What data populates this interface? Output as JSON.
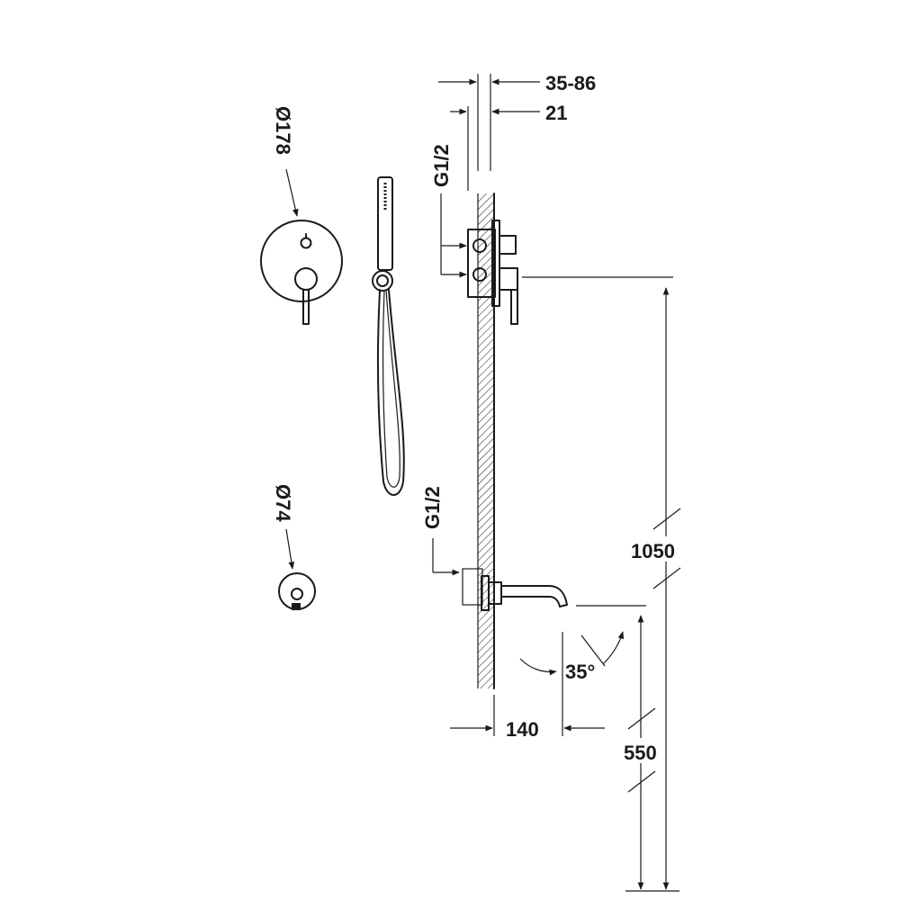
{
  "dimensions": {
    "cover_plate_diameter": "Ø178",
    "spout_plate_diameter": "Ø74",
    "wall_depth_range": "35-86",
    "wall_offset": "21",
    "thread_upper": "G1/2",
    "thread_lower": "G1/2",
    "mixer_height": "1050",
    "spout_height": "550",
    "spout_projection": "140",
    "spout_angle": "35°"
  },
  "colors": {
    "line": "#1a1a1a",
    "background": "#ffffff"
  }
}
